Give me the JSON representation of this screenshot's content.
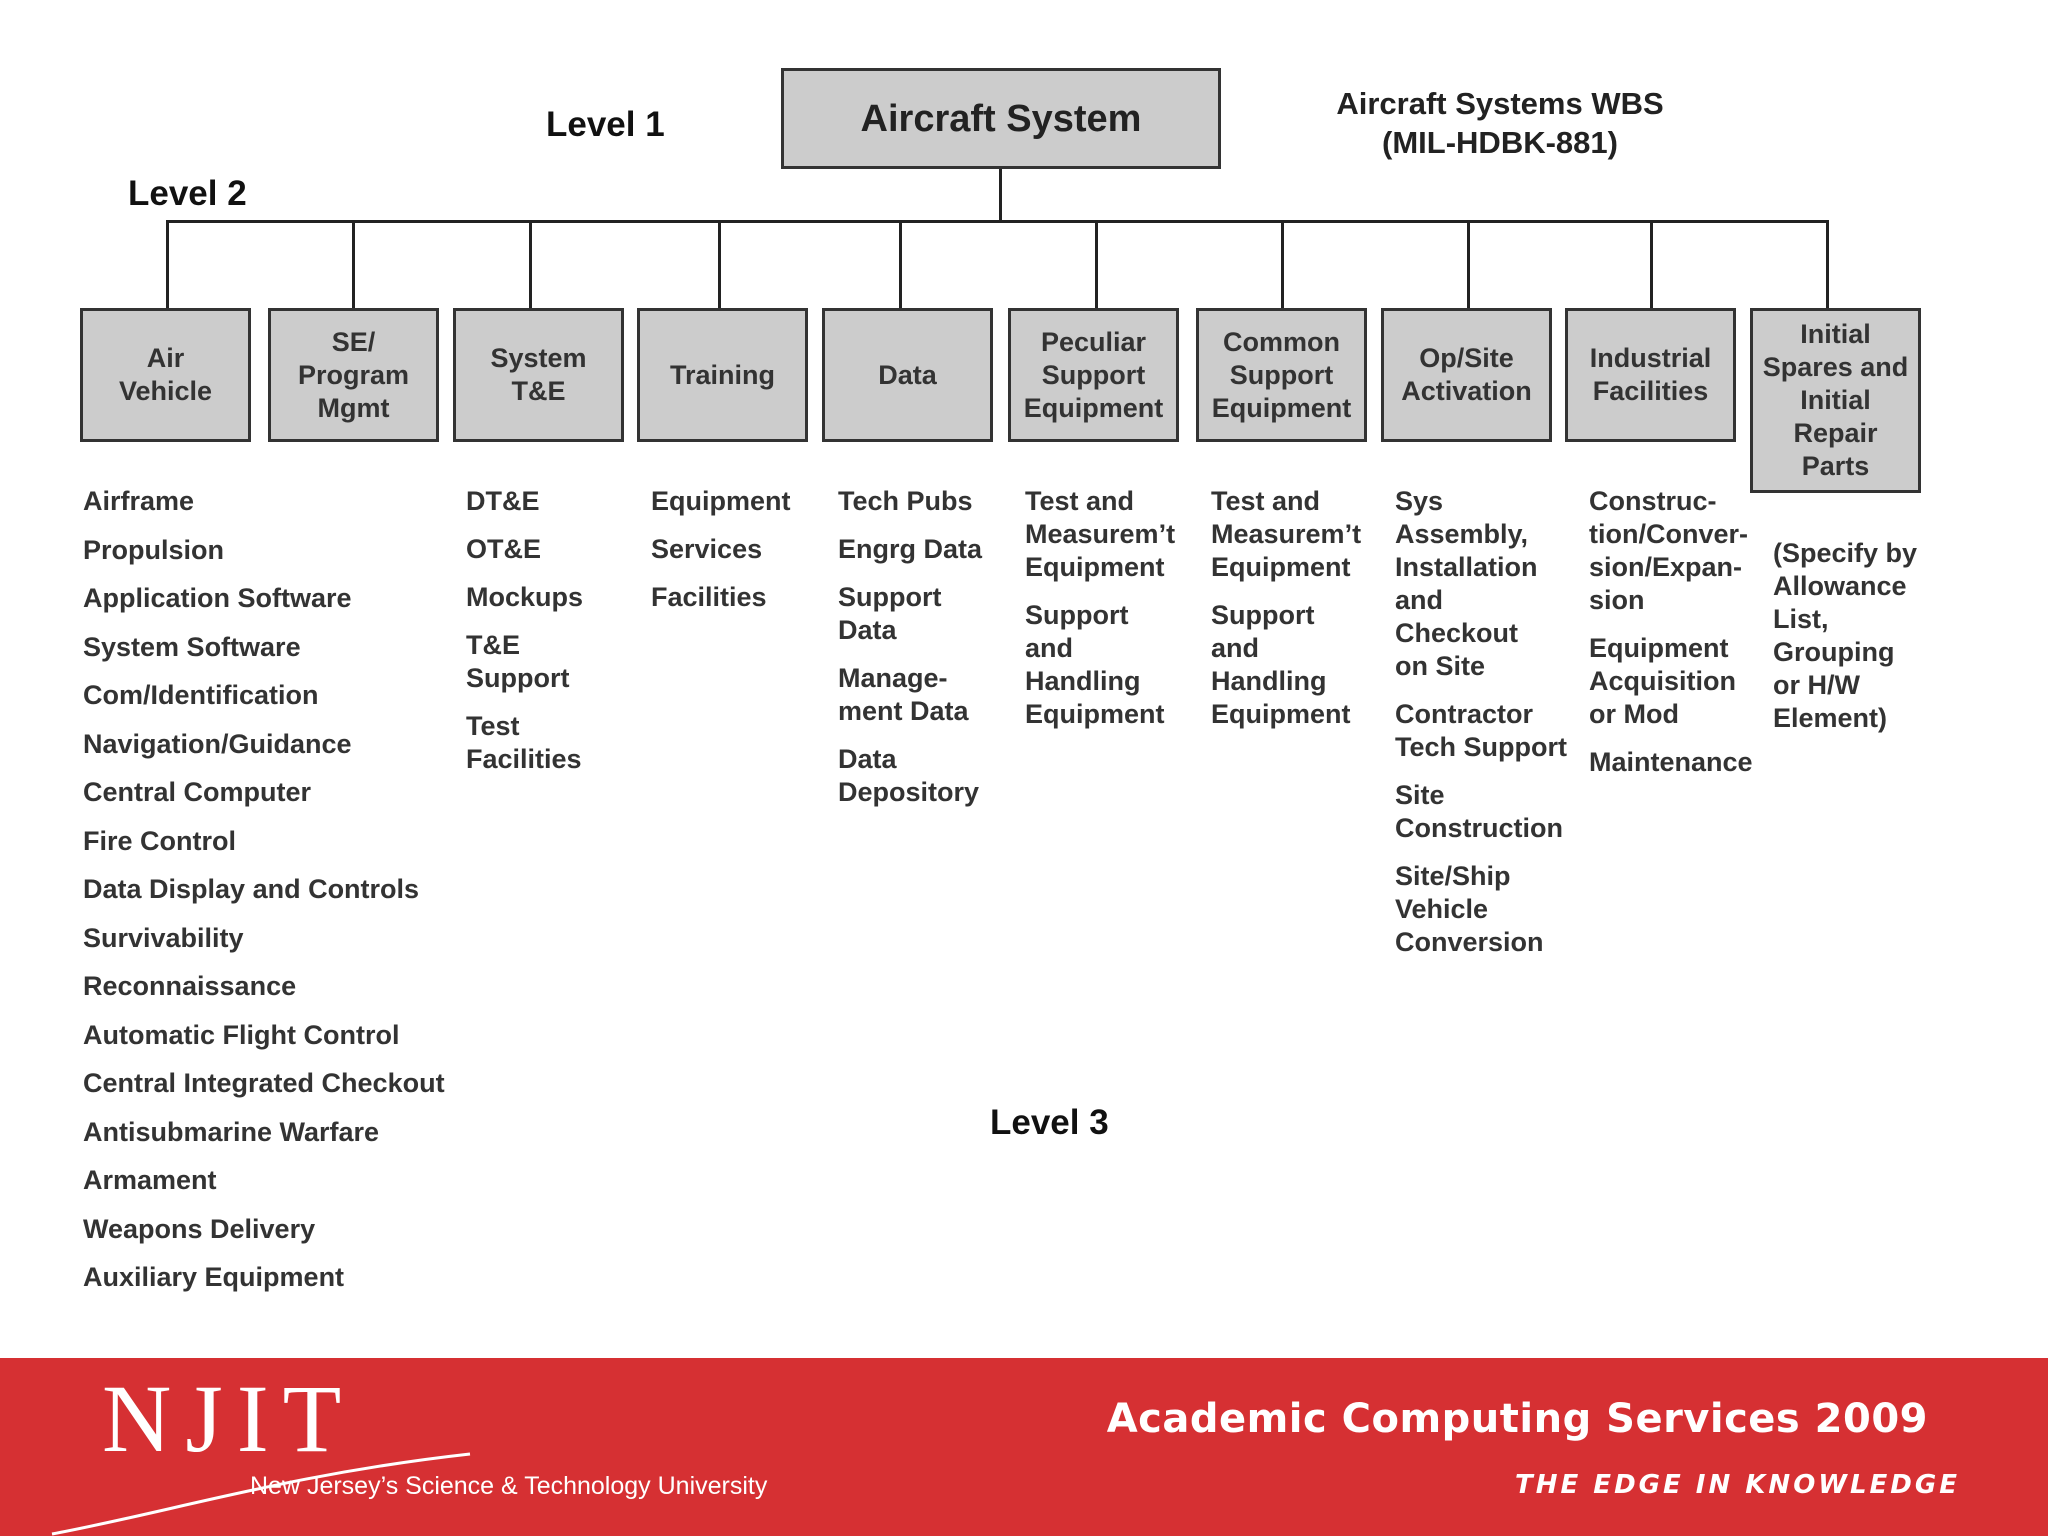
{
  "diagram": {
    "level_labels": {
      "level1": "Level 1",
      "level2": "Level 2",
      "level3": "Level 3"
    },
    "caption": {
      "line1": "Aircraft Systems WBS",
      "line2": "(MIL-HDBK-881)"
    },
    "root": {
      "label": "Aircraft System"
    },
    "level2_elements": [
      {
        "id": "air-vehicle",
        "label": "Air\nVehicle",
        "children": [
          "Airframe",
          "Propulsion",
          "Application Software",
          "System Software",
          "Com/Identification",
          "Navigation/Guidance",
          "Central Computer",
          "Fire Control",
          "Data Display and Controls",
          "Survivability",
          "Reconnaissance",
          "Automatic Flight Control",
          "Central Integrated Checkout",
          "Antisubmarine Warfare",
          "Armament",
          "Weapons Delivery",
          "Auxiliary Equipment"
        ]
      },
      {
        "id": "se-program-mgmt",
        "label": "SE/\nProgram\nMgmt",
        "children": []
      },
      {
        "id": "system-te",
        "label": "System\nT&E",
        "children": [
          "DT&E",
          "OT&E",
          "Mockups",
          "T&E\nSupport",
          "Test\nFacilities"
        ]
      },
      {
        "id": "training",
        "label": "Training",
        "children": [
          "Equipment",
          "Services",
          "Facilities"
        ]
      },
      {
        "id": "data",
        "label": "Data",
        "children": [
          "Tech Pubs",
          "Engrg Data",
          "Support\nData",
          "Manage-\nment Data",
          "Data\nDepository"
        ]
      },
      {
        "id": "peculiar-support",
        "label": "Peculiar\nSupport\nEquipment",
        "children": [
          "Test and\nMeasurem’t\nEquipment",
          "Support\nand\nHandling\nEquipment"
        ]
      },
      {
        "id": "common-support",
        "label": "Common\nSupport\nEquipment",
        "children": [
          "Test and\nMeasurem’t\nEquipment",
          "Support\nand\nHandling\nEquipment"
        ]
      },
      {
        "id": "op-site-activation",
        "label": "Op/Site\nActivation",
        "children": [
          "Sys\nAssembly,\nInstallation\nand\nCheckout\non Site",
          "Contractor\nTech Support",
          "Site\nConstruction",
          "Site/Ship\nVehicle\nConversion"
        ]
      },
      {
        "id": "industrial-facilities",
        "label": "Industrial\nFacilities",
        "children": [
          "Construc-\ntion/Conver-\nsion/Expan-\nsion",
          "Equipment\nAcquisition\nor Mod",
          "Maintenance"
        ]
      },
      {
        "id": "initial-spares",
        "label": "Initial\nSpares and\nInitial\nRepair\nParts",
        "children": [
          "(Specify by\nAllowance\nList,\nGrouping\nor H/W\nElement)"
        ]
      }
    ]
  },
  "footer": {
    "logo_text": "NJIT",
    "university_tagline": "New Jersey’s Science & Technology University",
    "title": "Academic Computing Services 2009",
    "motto": "THE EDGE IN KNOWLEDGE",
    "background_color": "#d63033"
  }
}
